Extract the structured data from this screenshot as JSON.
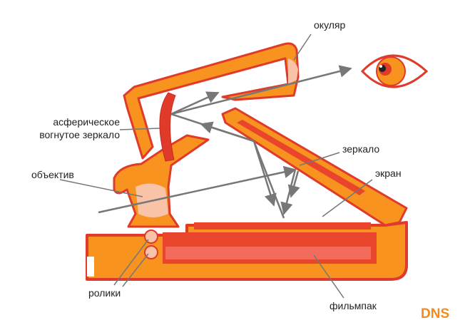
{
  "labels": {
    "eyepiece": "окуляр",
    "aspheric_mirror_line1": "асферическое",
    "aspheric_mirror_line2": "вогнутое зеркало",
    "mirror": "зеркало",
    "lens": "объектив",
    "screen": "экран",
    "rollers": "ролики",
    "filmpack": "фильмпак"
  },
  "brand": {
    "logo_text": "DNS"
  },
  "colors": {
    "body_orange": "#f7931e",
    "outline_red": "#e03a2a",
    "inner_red": "#e8452c",
    "film_salmon": "#f26b5b",
    "lens_pink": "#f9c3a8",
    "ray_gray": "#777777",
    "background": "#ffffff"
  },
  "icons": {
    "eye": "eye-icon",
    "logo": "dns-logo"
  }
}
